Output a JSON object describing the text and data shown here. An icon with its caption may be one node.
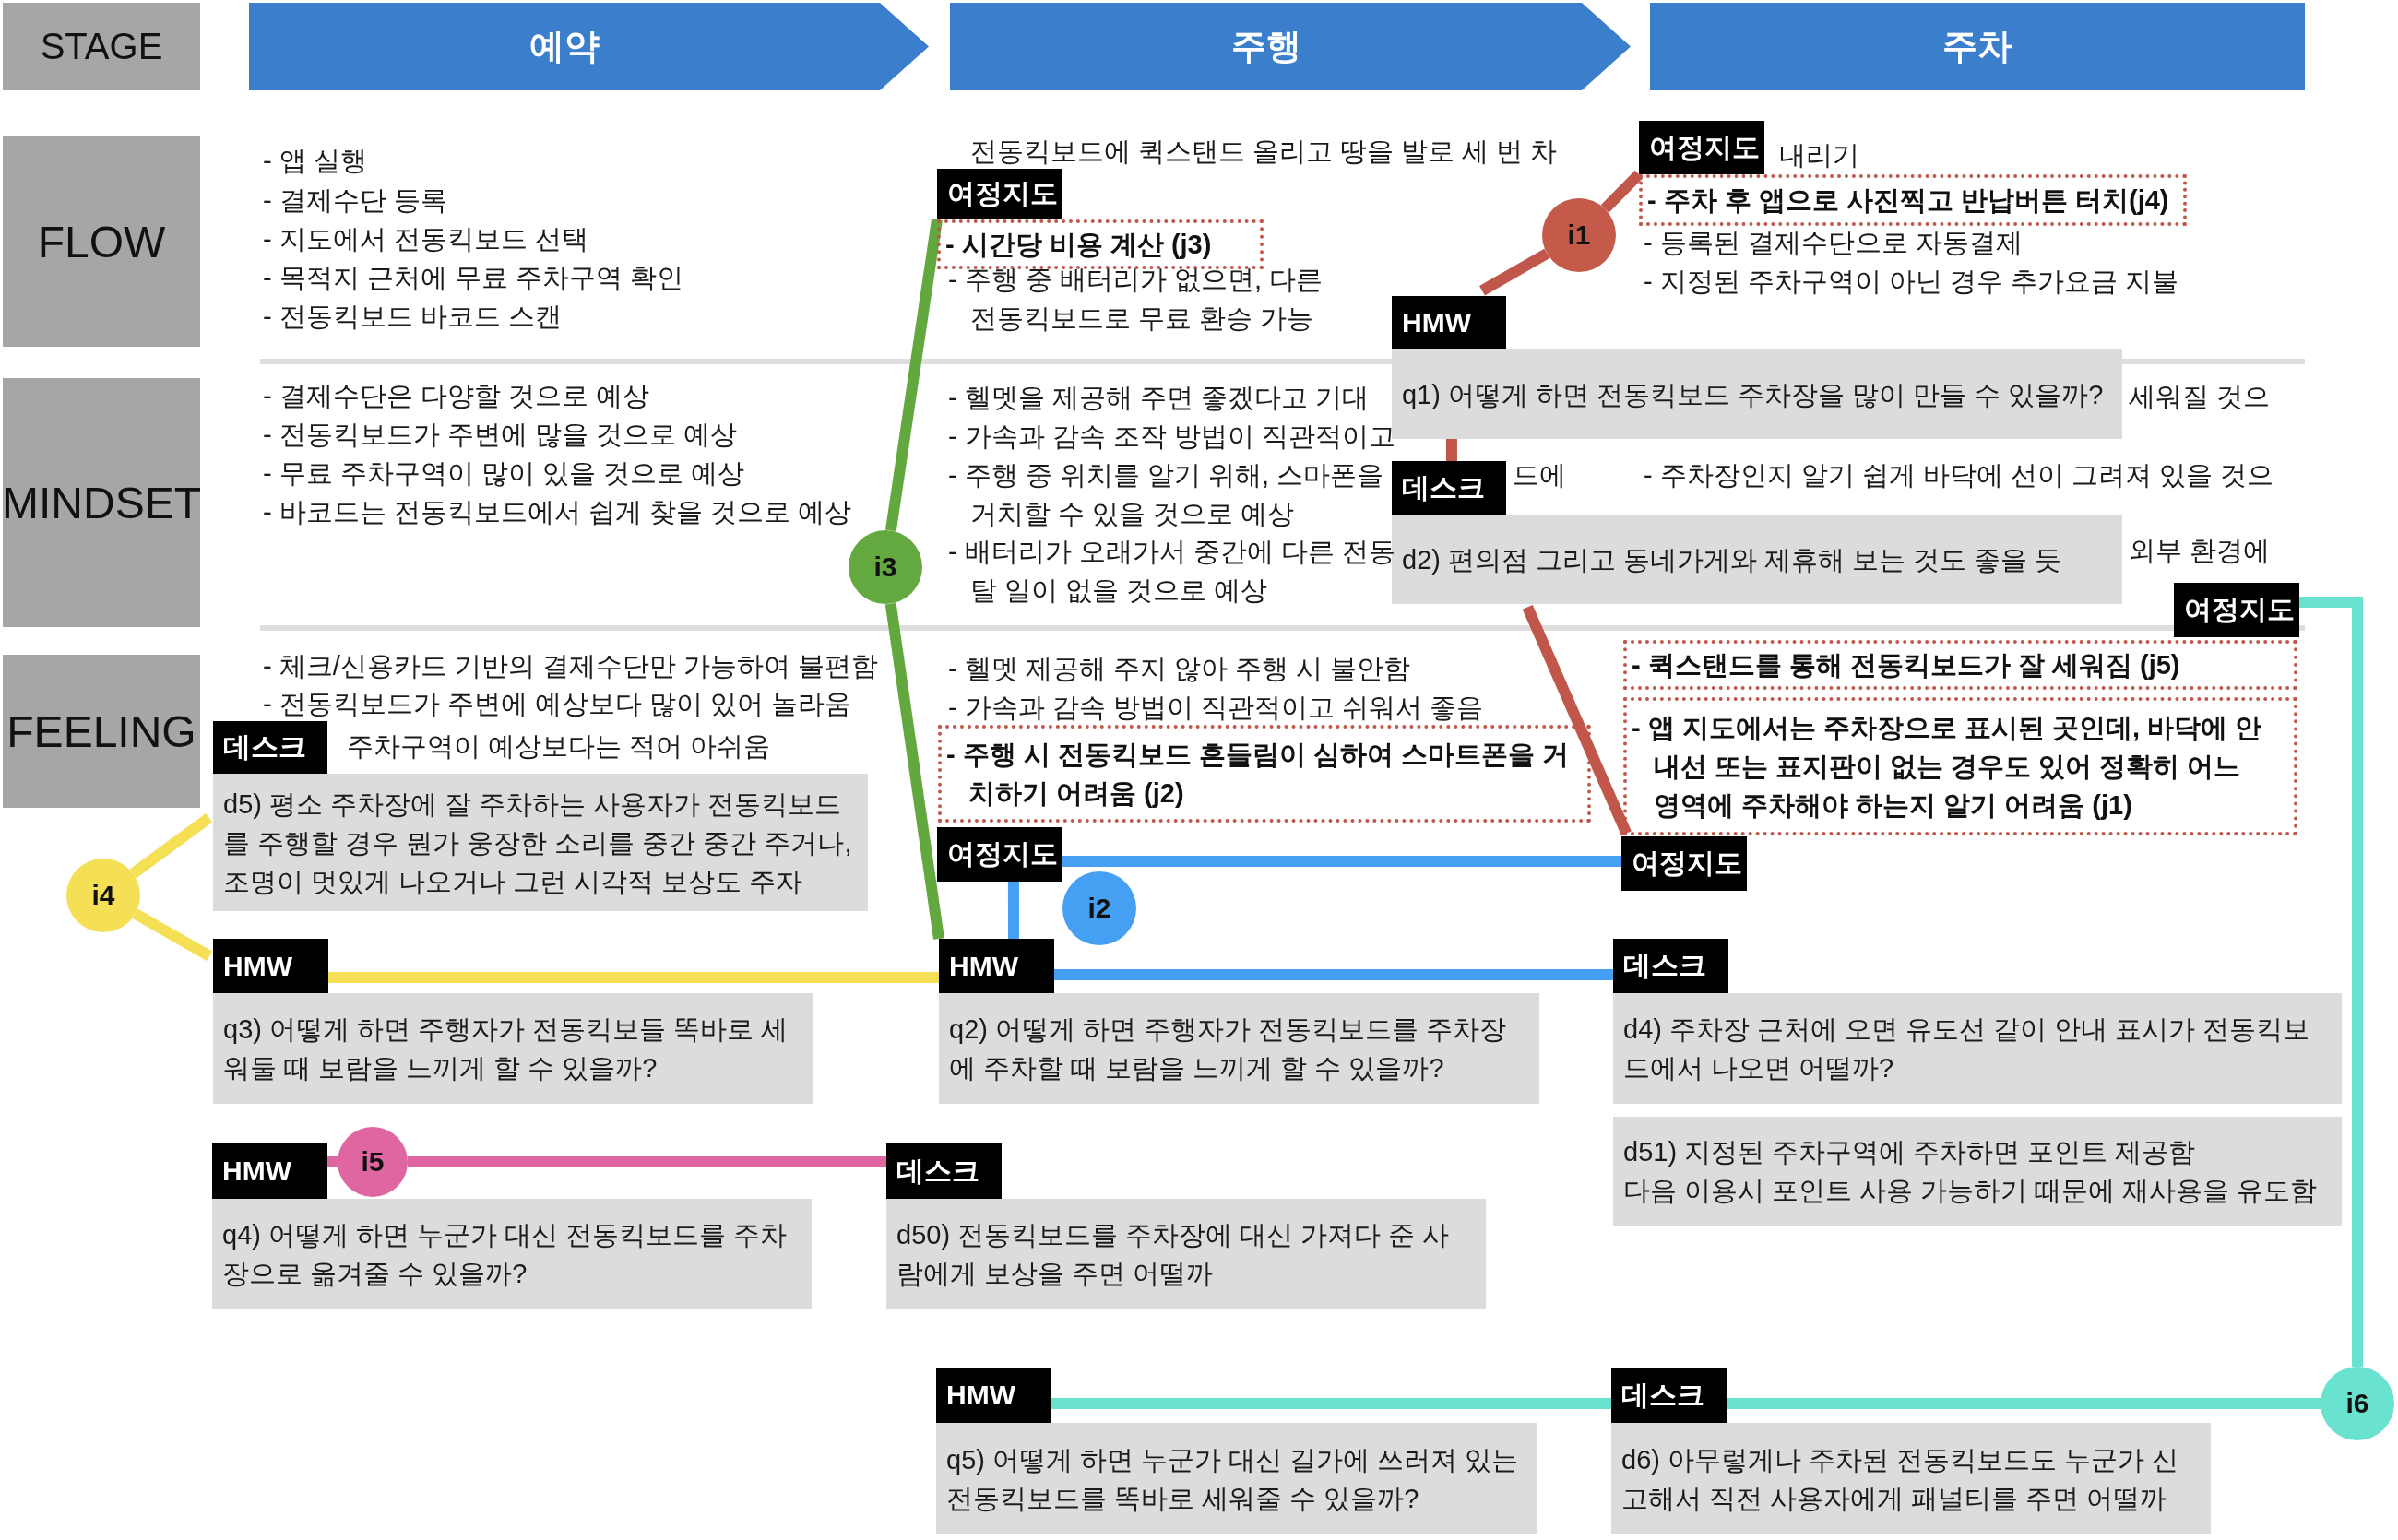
{
  "diagram": {
    "nodes": [
      {
        "text": [
          "STAGE"
        ]
      },
      {
        "text": [
          "예약"
        ]
      },
      {
        "text": [
          "주행"
        ]
      },
      {
        "text": [
          "주차"
        ]
      },
      {
        "text": [
          "FLOW"
        ]
      },
      {
        "text": [
          "MINDSET"
        ]
      },
      {
        "text": [
          "FEELING"
        ]
      },
      {
        "text": [
          "여정지도"
        ]
      },
      {
        "text": [
          "- 주차 후 앱으로 사진찍고 반납버튼 터치(j4)"
        ]
      },
      {
        "text": [
          "여정지도"
        ]
      },
      {
        "text": [
          "- 시간당 비용 계산 (j3)"
        ]
      },
      {
        "text": [
          "i1"
        ]
      },
      {
        "text": [
          "HMW"
        ]
      },
      {
        "text": [
          "q1) 어떻게 하면 전동킥보드 주차장을 많이 만들 수 있을까?"
        ]
      },
      {
        "text": [
          "데스크"
        ]
      },
      {
        "text": [
          "d2) 편의점 그리고 동네가게와 제휴해 보는 것도 좋을 듯"
        ]
      },
      {
        "text": [
          "i3"
        ]
      },
      {
        "text": [
          "여정지도"
        ]
      },
      {
        "text": [
          "- 퀵스탠드를 통해 전동킥보드가 잘 세워짐 (j5)"
        ]
      },
      {
        "text": [
          "- 앱 지도에서는 주차장으로 표시된 곳인데, 바닥에 안내선 또는 표지판이 없는 경우도 있어 정확히 어느 영역에 주차해야 하는지 알기 어려움 (j1)"
        ]
      },
      {
        "text": [
          "데스크"
        ]
      },
      {
        "text": [
          "- 주행 시 전동킥보드 흔들림이 심하여 스마트폰을 거치하기 어려움 (j2)"
        ]
      },
      {
        "text": [
          "d5) 평소 주차장에 잘 주차하는 사용자가 전동킥보드를 주행할 경우 뭔가 웅장한 소리를 중간 중간 주거나, 조명이 멋있게 나오거나 그런 시각적 보상도 주자"
        ]
      },
      {
        "text": [
          "여정지도"
        ]
      },
      {
        "text": [
          "여정지도"
        ]
      },
      {
        "text": [
          "i4"
        ]
      },
      {
        "text": [
          "i2"
        ]
      },
      {
        "text": [
          "HMW"
        ]
      },
      {
        "text": [
          "HMW"
        ]
      },
      {
        "text": [
          "데스크"
        ]
      },
      {
        "text": [
          "q3) 어떻게 하면 주행자가 전동킥보들 똑바로 세워둘 때 보람을 느끼게 할 수 있을까?"
        ]
      },
      {
        "text": [
          "q2) 어떻게 하면 주행자가 전동킥보드를 주차장에 주차할 때 보람을 느끼게 할 수 있을까?"
        ]
      },
      {
        "text": [
          "d4) 주차장 근처에 오면 유도선 같이 안내 표시가 전동킥보드에서 나오면 어떨까?"
        ]
      },
      {
        "text": [
          "d51) 지정된 주차구역에 주차하면 포인트 제공함",
          "다음 이용시 포인트 사용 가능하기 때문에 재사용을 유도함"
        ]
      },
      {
        "text": [
          "HMW"
        ]
      },
      {
        "text": [
          "i5"
        ]
      },
      {
        "text": [
          "데스크"
        ]
      },
      {
        "text": [
          "q4) 어떻게 하면 누군가 대신 전동킥보드를 주차장으로 옮겨줄 수 있을까?"
        ]
      },
      {
        "text": [
          "d50) 전동킥보드를 주차장에 대신 가져다 준 사람에게 보상을 주면 어떨까"
        ]
      },
      {
        "text": [
          "HMW"
        ]
      },
      {
        "text": [
          "데스크"
        ]
      },
      {
        "text": [
          "i6"
        ]
      },
      {
        "text": [
          "q5) 어떻게 하면 누군가 대신 길가에 쓰러져 있는 전동킥보드를 똑바로 세워줄 수 있을까?"
        ]
      },
      {
        "text": [
          "d6) 아무렇게나 주차된 전동킥보드도 누군가 신고해서 직전 사용자에게 패널티를 주면 어떨까"
        ]
      }
    ],
    "edges": [
      {
        "from": 7,
        "to": 11,
        "arrow": "none",
        "color": "#c0574a"
      },
      {
        "from": 11,
        "to": 12,
        "arrow": "none",
        "color": "#c0574a"
      },
      {
        "from": 13,
        "to": 14,
        "arrow": "none",
        "color": "#c0574a"
      },
      {
        "from": 15,
        "to": 24,
        "arrow": "none",
        "color": "#c0574a"
      },
      {
        "from": 9,
        "to": 16,
        "arrow": "none",
        "color": "#62a83f"
      },
      {
        "from": 16,
        "to": 28,
        "arrow": "none",
        "color": "#62a83f"
      },
      {
        "from": 23,
        "to": 24,
        "arrow": "none",
        "color": "#45a0f4"
      },
      {
        "from": 23,
        "to": 28,
        "arrow": "none",
        "color": "#45a0f4"
      },
      {
        "from": 28,
        "to": 29,
        "arrow": "none",
        "color": "#45a0f4"
      },
      {
        "from": 22,
        "to": 25,
        "arrow": "none",
        "color": "#f5df55"
      },
      {
        "from": 25,
        "to": 27,
        "arrow": "none",
        "color": "#f5df55"
      },
      {
        "from": 27,
        "to": 28,
        "arrow": "none",
        "color": "#f5df55"
      },
      {
        "from": 34,
        "to": 35,
        "arrow": "none",
        "color": "#e066a2"
      },
      {
        "from": 35,
        "to": 36,
        "arrow": "none",
        "color": "#e066a2"
      },
      {
        "from": 17,
        "to": 41,
        "arrow": "none",
        "color": "#69e2cf"
      },
      {
        "from": 41,
        "to": 40,
        "arrow": "none",
        "color": "#69e2cf"
      },
      {
        "from": 40,
        "to": 39,
        "arrow": "none",
        "color": "#69e2cf"
      }
    ],
    "labels": [
      "- 앱 실행",
      "- 결제수단 등록",
      "- 지도에서 전동킥보드 선택",
      "- 목적지 근처에 무료 주차구역 확인",
      "- 전동킥보드 바코드 스캔",
      "전동킥보드에 퀵스탠드 올리고 땅을 발로 세 번 차",
      "- 주행 중 배터리가 없으면, 다른 전동킥보드로 무료 환승 가능",
      "내리기",
      "- 등록된 결제수단으로 자동결제",
      "- 지정된 주차구역이 아닌 경우 추가요금 지불",
      "- 결제수단은 다양할 것으로 예상",
      "- 전동킥보드가 주변에 많을 것으로 예상",
      "- 무료 주차구역이 많이 있을 것으로 예상",
      "- 바코드는 전동킥보드에서 쉽게 찾을 것으로 예상",
      "- 헬멧을 제공해 주면 좋겠다고 기대",
      "- 가속과 감속 조작 방법이 직관적이고",
      "- 주행 중 위치를 알기 위해, 스마폰을",
      "드에",
      "거치할 수 있을 것으로 예상",
      "- 배터리가 오래가서 중간에 다른 전동",
      "탈 일이 없을 것으로 예상",
      "세워질 것으",
      "- 주차장인지 알기 쉽게 바닥에 선이 그려져 있을 것으",
      "외부 환경에",
      "- 체크/신용카드 기반의 결제수단만 가능하여 불편함",
      "- 전동킥보드가 주변에 예상보다 많이 있어 놀라움",
      "주차구역이 예상보다는 적어 아쉬움",
      "- 헬멧 제공해 주지 않아 주행 시 불안함",
      "- 가속과 감속 방법이 직관적이고 쉬워서 좋음"
    ]
  }
}
